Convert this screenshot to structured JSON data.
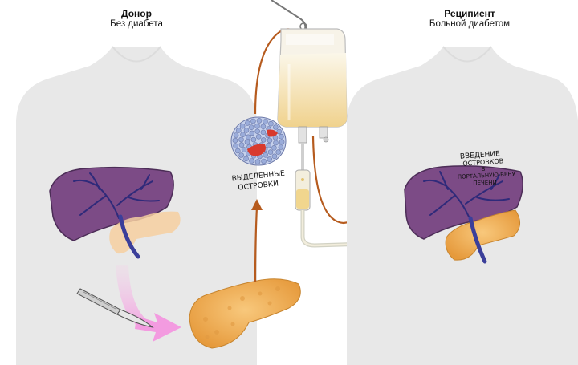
{
  "donor": {
    "title": "Донор",
    "subtitle": "Без диабета"
  },
  "recipient": {
    "title": "Реципиент",
    "subtitle": "Больной диабетом"
  },
  "islets_label": [
    "ВЫДЕЛЕННЫЕ",
    "ОСТРОВКИ"
  ],
  "injection_label": [
    "ВВЕДЕНИЕ",
    "ОСТРОВКОВ",
    "В",
    "ПОРТАЛЬНУЮ ВЕНУ",
    "ПЕЧЕНИ"
  ],
  "colors": {
    "body": "#e9e9e9",
    "liver": "#7c4b86",
    "liver_vessel": "#2f2a7a",
    "pancreas": "#f2b25e",
    "arrow": "#b65b1e",
    "pink_arrow": "#f2a0d8",
    "bag_fluid": "#f4dca2"
  }
}
